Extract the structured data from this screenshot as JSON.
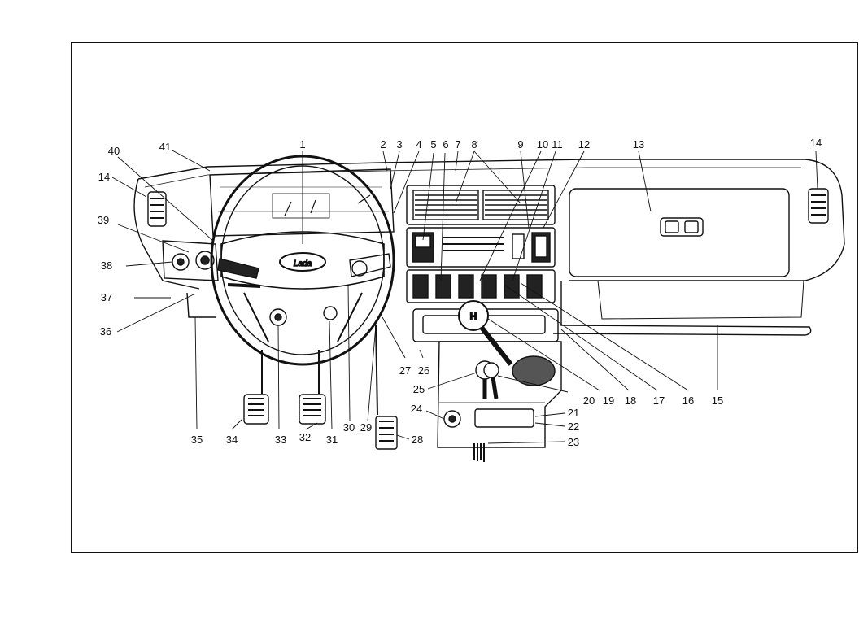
{
  "diagram": {
    "callouts": [
      "1",
      "2",
      "3",
      "4",
      "5",
      "6",
      "7",
      "8",
      "9",
      "10",
      "11",
      "12",
      "13",
      "14",
      "15",
      "16",
      "17",
      "18",
      "19",
      "20",
      "21",
      "22",
      "23",
      "24",
      "25",
      "26",
      "27",
      "28",
      "29",
      "30",
      "31",
      "32",
      "33",
      "34",
      "35",
      "36",
      "37",
      "38",
      "39",
      "40",
      "41"
    ],
    "steering_logo": "Lada",
    "gear_knob_marks": "H"
  }
}
